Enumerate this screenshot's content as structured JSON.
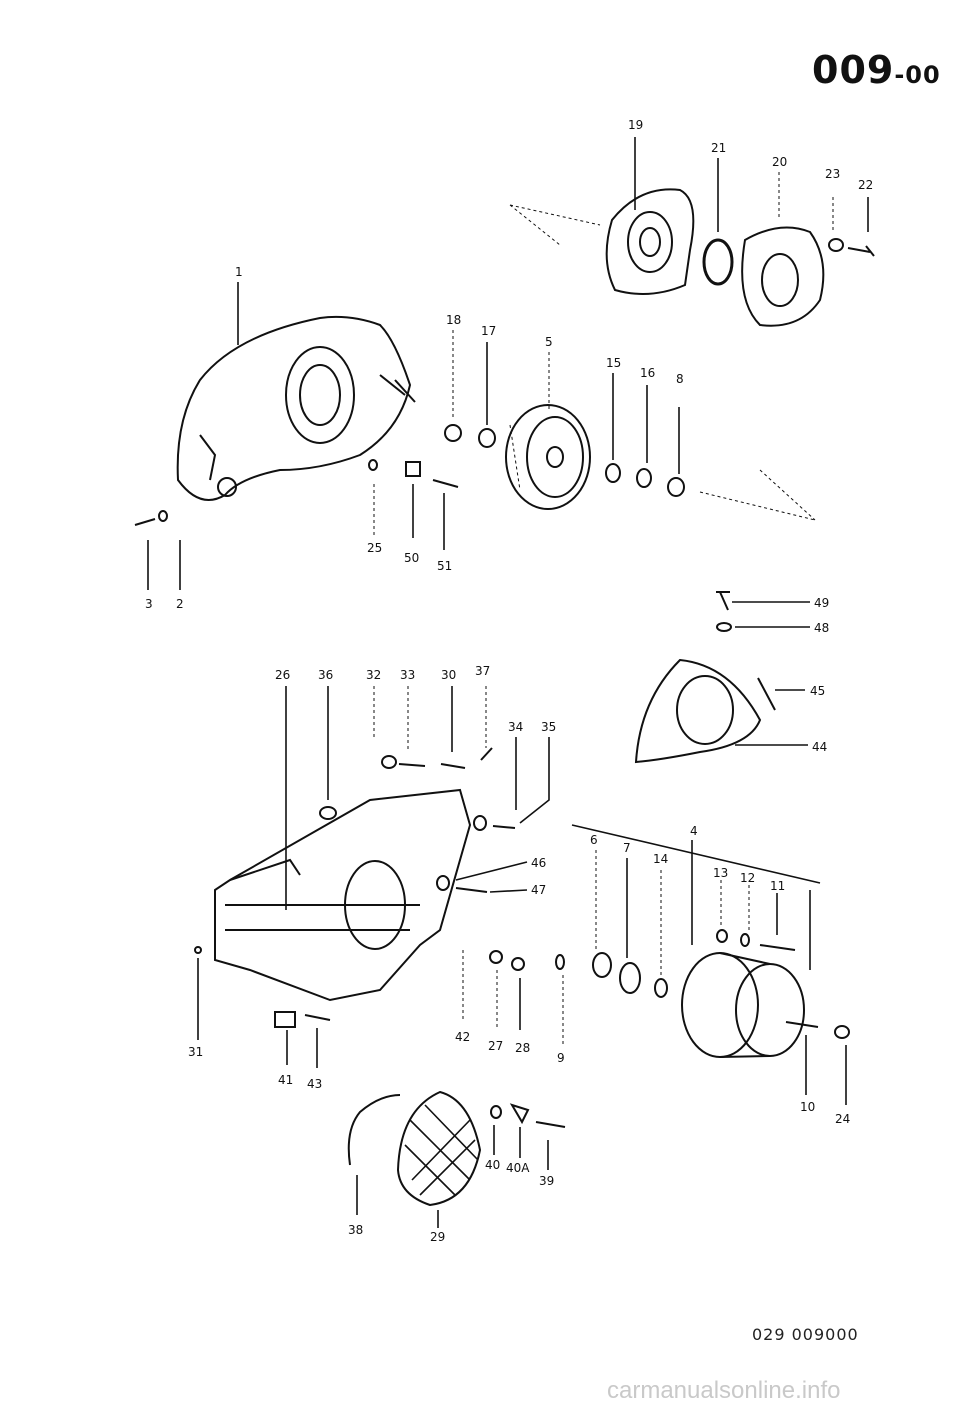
{
  "page_code": {
    "main": "009",
    "sub": "-00"
  },
  "document_reference": "029 009000",
  "watermark": "carmanualsonline.info",
  "callouts": [
    "19",
    "21",
    "20",
    "23",
    "22",
    "1",
    "18",
    "17",
    "5",
    "15",
    "16",
    "8",
    "25",
    "50",
    "51",
    "3",
    "2",
    "49",
    "48",
    "45",
    "44",
    "26",
    "36",
    "32",
    "33",
    "30",
    "37",
    "34",
    "35",
    "4",
    "6",
    "7",
    "14",
    "13",
    "12",
    "11",
    "46",
    "47",
    "31",
    "42",
    "27",
    "28",
    "9",
    "41",
    "43",
    "10",
    "24",
    "40",
    "40A",
    "39",
    "38",
    "29"
  ]
}
